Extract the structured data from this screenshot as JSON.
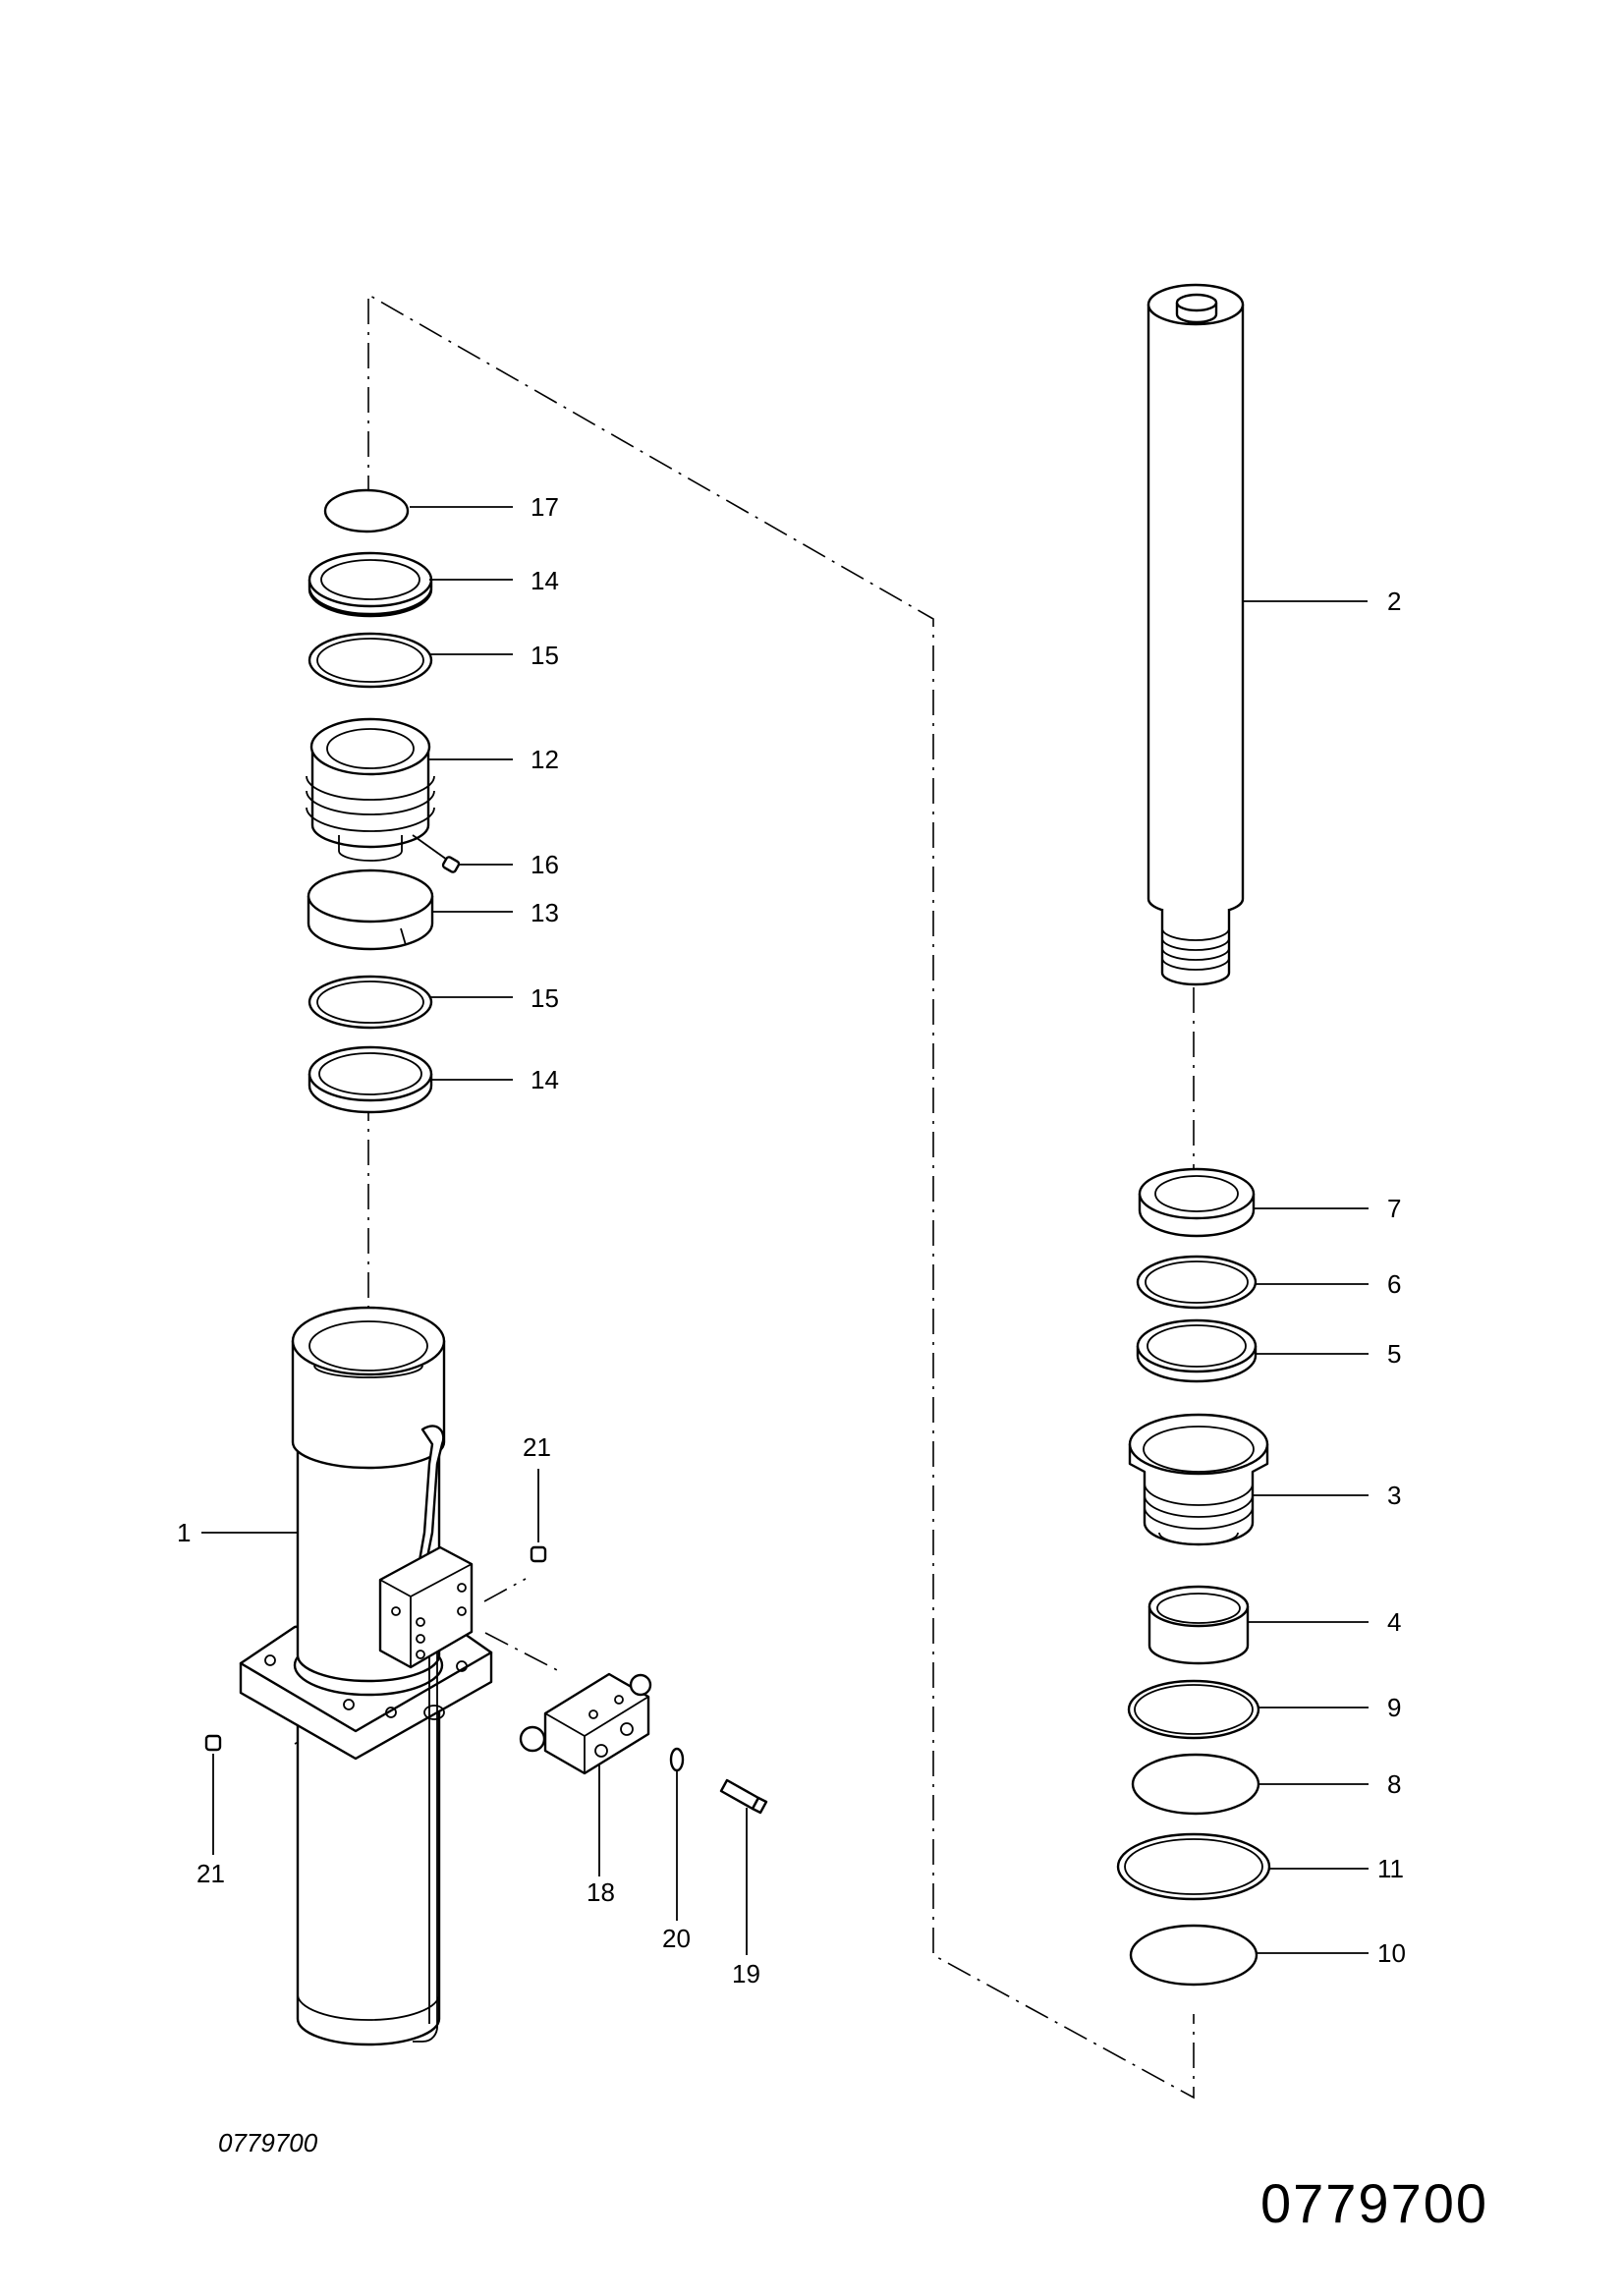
{
  "drawing": {
    "caption": "0779700",
    "number": "0779700",
    "labels": [
      {
        "part": "17",
        "text": "17"
      },
      {
        "part": "14-upper",
        "text": "14"
      },
      {
        "part": "15-upper",
        "text": "15"
      },
      {
        "part": "12",
        "text": "12"
      },
      {
        "part": "16",
        "text": "16"
      },
      {
        "part": "13",
        "text": "13"
      },
      {
        "part": "15-lower",
        "text": "15"
      },
      {
        "part": "14-lower",
        "text": "14"
      },
      {
        "part": "2",
        "text": "2"
      },
      {
        "part": "7",
        "text": "7"
      },
      {
        "part": "6",
        "text": "6"
      },
      {
        "part": "5",
        "text": "5"
      },
      {
        "part": "3",
        "text": "3"
      },
      {
        "part": "4",
        "text": "4"
      },
      {
        "part": "9",
        "text": "9"
      },
      {
        "part": "8",
        "text": "8"
      },
      {
        "part": "11",
        "text": "11"
      },
      {
        "part": "10",
        "text": "10"
      },
      {
        "part": "1",
        "text": "1"
      },
      {
        "part": "21-right",
        "text": "21"
      },
      {
        "part": "21-left",
        "text": "21"
      },
      {
        "part": "18",
        "text": "18"
      },
      {
        "part": "20",
        "text": "20"
      },
      {
        "part": "19",
        "text": "19"
      }
    ]
  }
}
